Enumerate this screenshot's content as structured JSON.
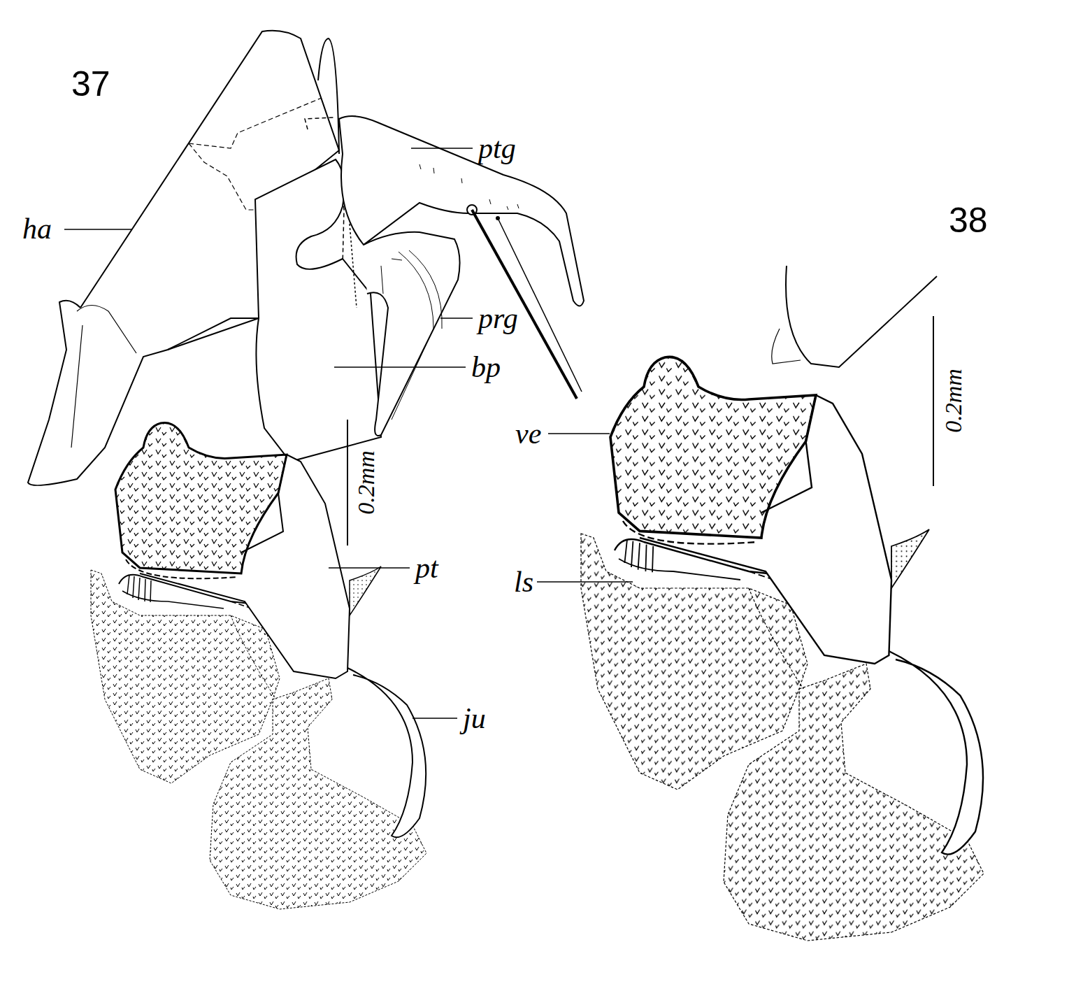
{
  "diagram": {
    "labels": [
      "37",
      "ha",
      "ptg",
      "prg",
      "bp",
      "0.2mm",
      "pt",
      "ju",
      "38",
      "ve",
      "ls",
      "0.2mm"
    ]
  }
}
